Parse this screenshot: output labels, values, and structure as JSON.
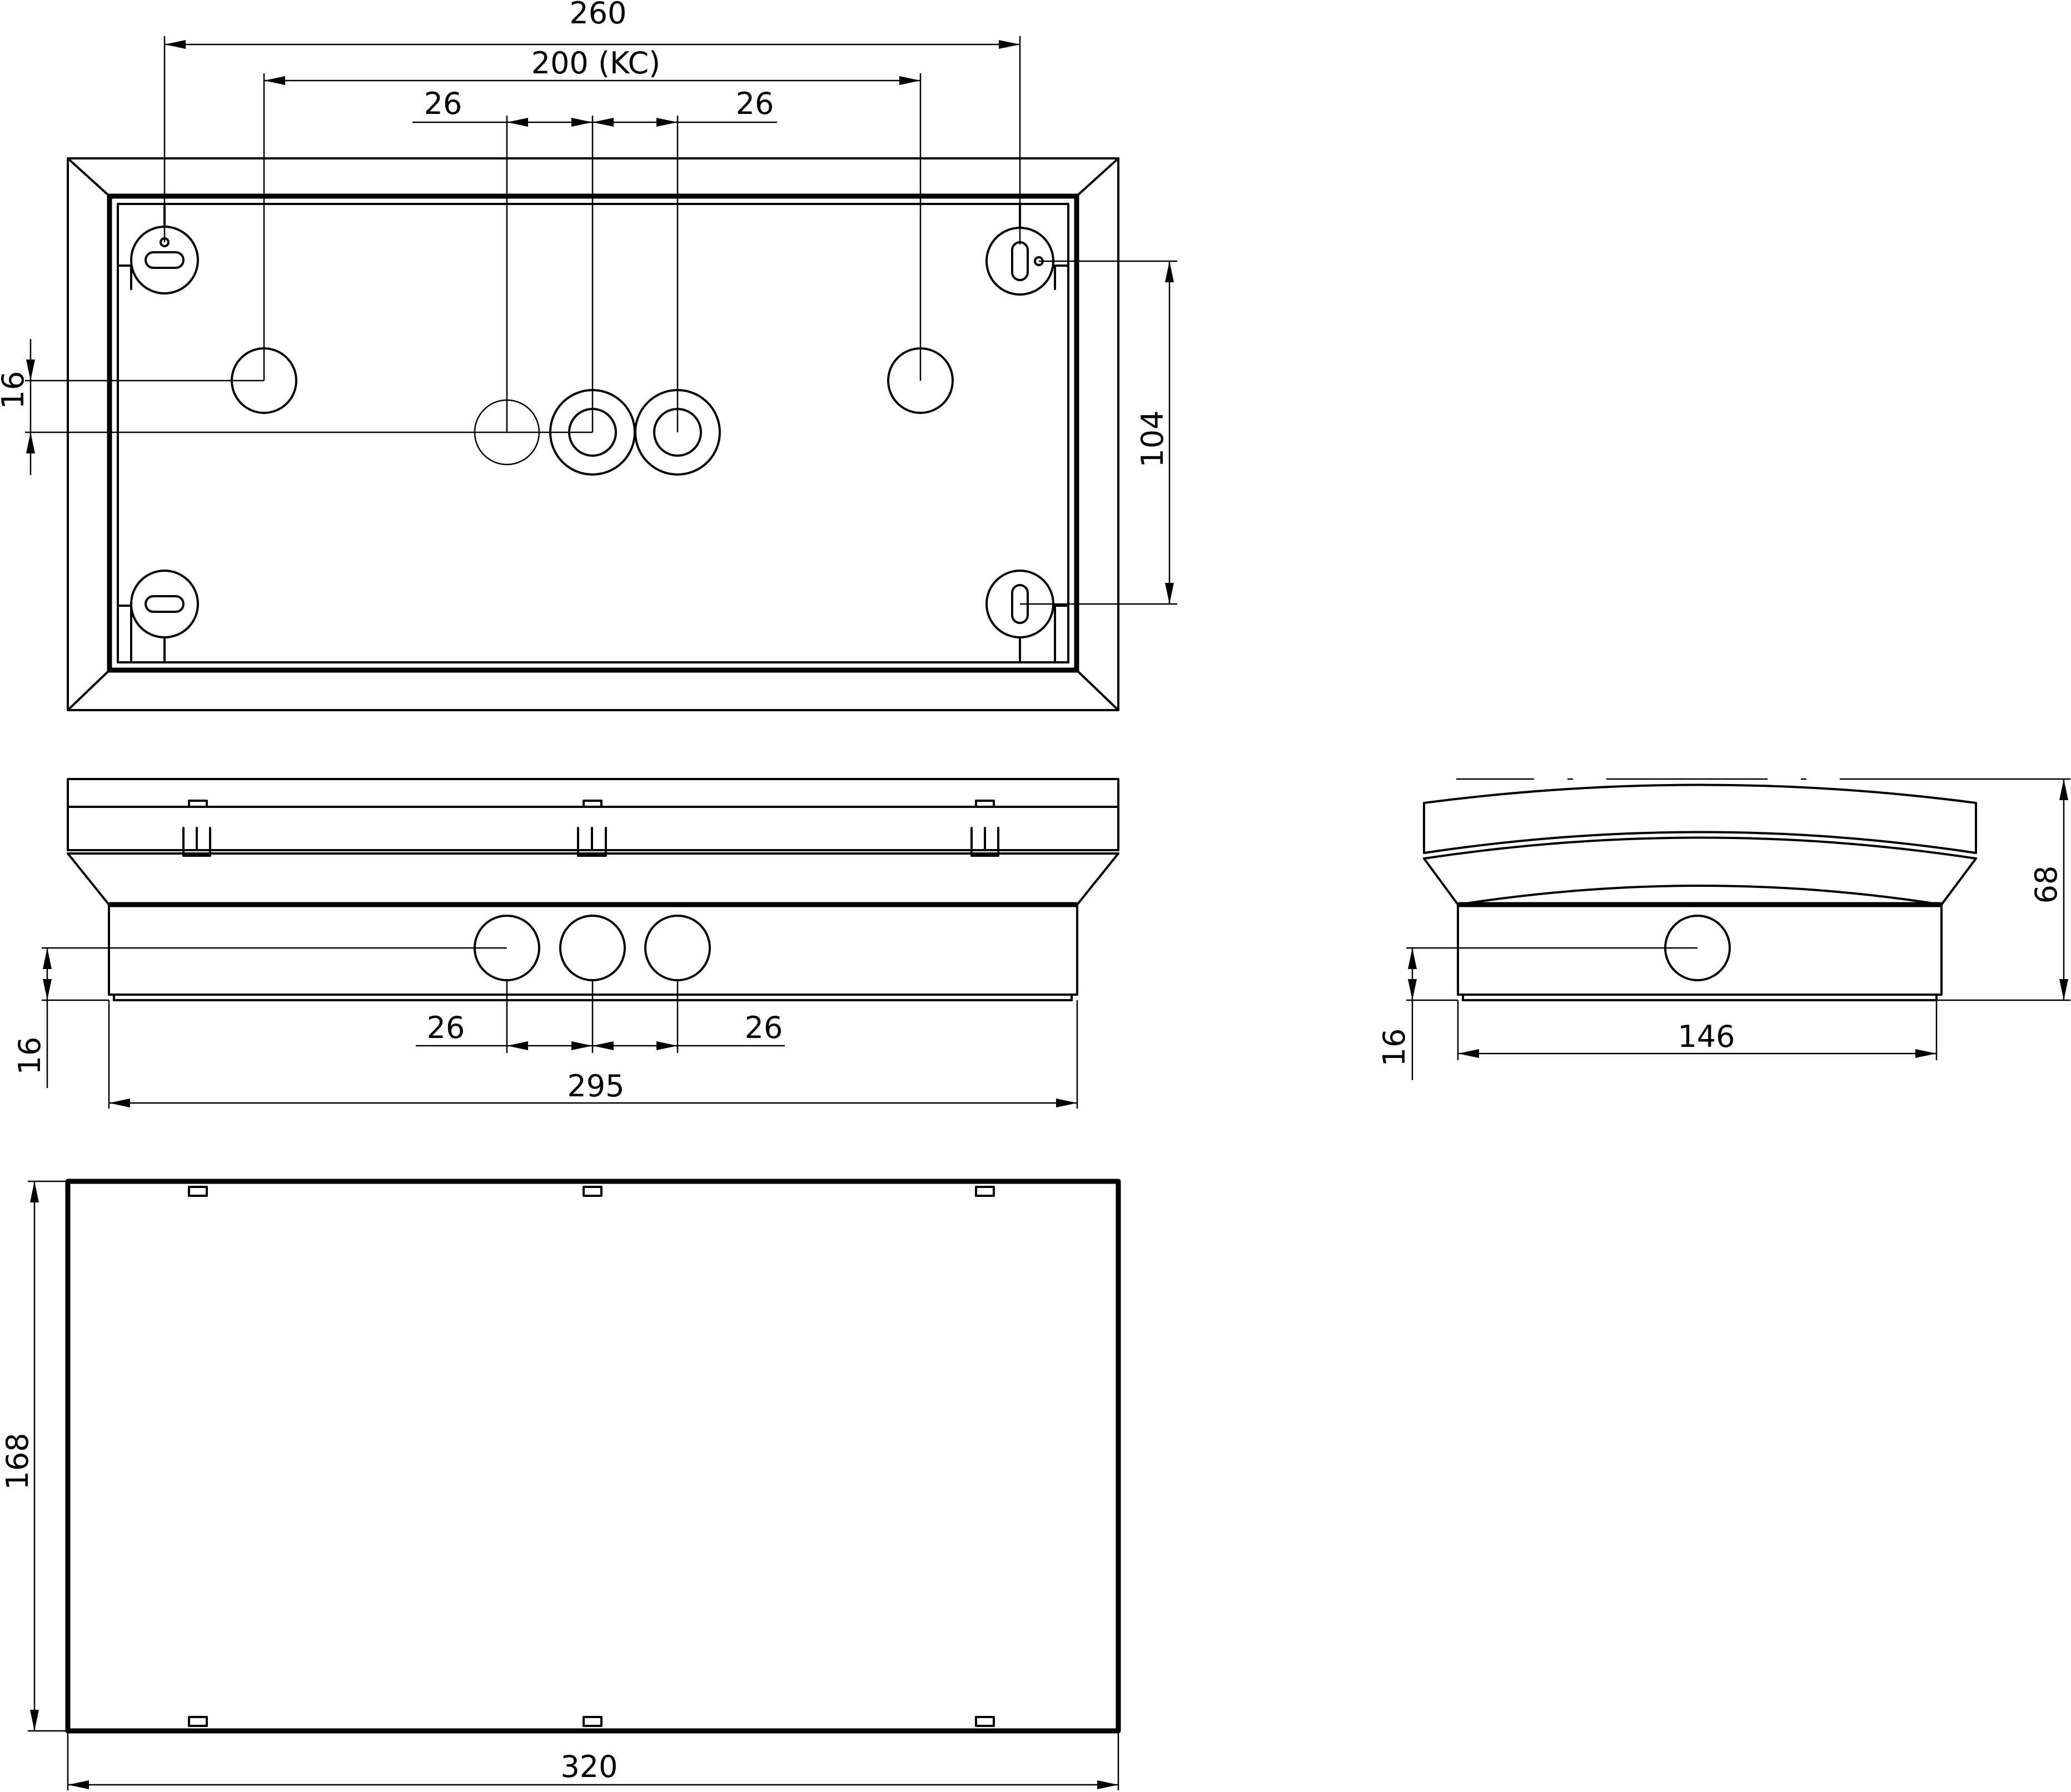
{
  "colors": {
    "line": "#000000",
    "background": "#ffffff"
  },
  "labels": {
    "top_overall_spacing": "260",
    "top_mid_spacing": "200 (KC)",
    "top_entry_left": "26",
    "top_entry_right": "26",
    "top_offset_left": "16",
    "top_vertical_spacing": "104",
    "front_entry_left": "26",
    "front_entry_right": "26",
    "front_offset": "16",
    "front_width": "295",
    "side_height": "68",
    "side_offset": "16",
    "side_depth": "146",
    "bottom_height": "168",
    "bottom_width": "320"
  }
}
